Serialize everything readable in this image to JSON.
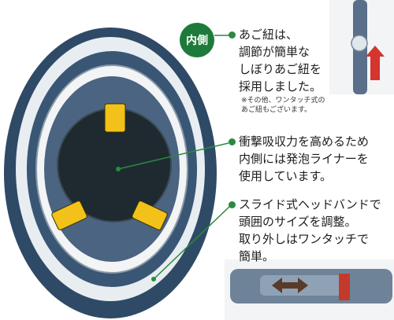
{
  "badge_label": "内側",
  "notes": [
    {
      "lines": [
        "あご紐は、",
        "調節が簡単な",
        "しぼりあご紐を",
        "採用しました。"
      ]
    },
    {
      "lines": [
        "衝撃吸収力を高めるため",
        "内側には発泡ライナーを",
        "使用しています。"
      ]
    },
    {
      "lines": [
        "スライド式ヘッドバンドで",
        "頭囲のサイズを調整。",
        "取り外しはワンタッチで",
        "簡単。"
      ]
    }
  ],
  "footnote": [
    "※その他、ワンタッチ式の",
    "あご紐もございます。"
  ],
  "colors": {
    "shell": "#2f4a66",
    "liner": "#1f2a30",
    "accent": "#1e7a3a",
    "clip": "#f3c21a",
    "pad": "#e9eef2"
  }
}
